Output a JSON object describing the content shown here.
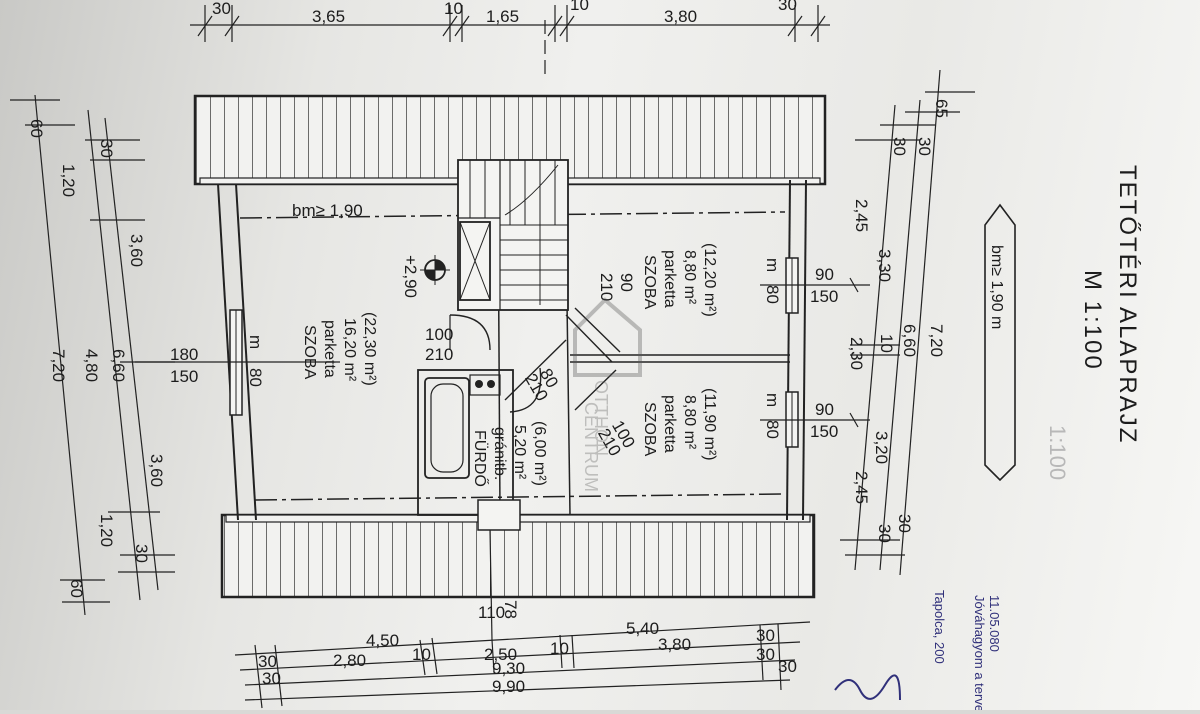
{
  "title": {
    "heading": "TETŐTÉRI  ALAPRAJZ",
    "scale": "M  1:100",
    "ghost_scale": "1:100"
  },
  "badge": {
    "text": "bm≥ 1,90 m"
  },
  "rooms": {
    "bedroom_large": {
      "name": "SZOBA",
      "floor": "parketta",
      "area": "16,20 m²",
      "area_total": "(22,30 m²)"
    },
    "bedroom_top": {
      "name": "SZOBA",
      "floor": "parketta",
      "area": "8,80 m²",
      "area_total": "(12,20 m²)"
    },
    "bedroom_bottom": {
      "name": "SZOBA",
      "floor": "parketta",
      "area": "8,80 m²",
      "area_total": "(11,90 m²)"
    },
    "bathroom": {
      "name": "FÜRDŐ",
      "floor": "gránitb.",
      "area": "5,20 m²",
      "area_total": "(6,00 m²)"
    }
  },
  "annotations": {
    "headroom": "bm≥ 1,90",
    "level": "+2,90",
    "door_main": [
      "100",
      "210"
    ],
    "door_small": [
      "90",
      "210"
    ],
    "door_bath": [
      "100",
      "210"
    ],
    "bath_door": [
      "80",
      "210"
    ],
    "win_left": [
      "180",
      "150"
    ],
    "win_right_top": [
      "90",
      "150"
    ],
    "win_right_bot": [
      "90",
      "150"
    ],
    "marker_m": "m",
    "sill": "80",
    "stair_note": "78",
    "stair_note2": "110"
  },
  "dims": {
    "top": [
      "30",
      "3,65",
      "10",
      "1,65",
      "10",
      "3,80",
      "30"
    ],
    "bottom_row1": [
      "4,50",
      "5,40",
      "30"
    ],
    "bottom_row2": [
      "30",
      "2,80",
      "10",
      "2,50",
      "10",
      "3,80",
      "30"
    ],
    "bottom_row3": [
      "30",
      "9,30",
      "30"
    ],
    "bottom_row4": [
      "9,90"
    ],
    "left_outer": [
      "60",
      "7,20",
      "60"
    ],
    "left_mid": [
      "3,60",
      "3,60"
    ],
    "left_inner1": [
      "30",
      "6,60",
      "30"
    ],
    "left_inner2": [
      "1,20",
      "4,80",
      "1,20"
    ],
    "right_outer": [
      "65",
      "7,20"
    ],
    "right_mid": [
      "30",
      "6,60",
      "30"
    ],
    "right_inner": [
      "30",
      "2,45",
      "3,30",
      "10",
      "3,20",
      "2,45",
      "30"
    ],
    "right_inner_b": [
      "2,30"
    ]
  },
  "watermark": {
    "line1": "OTTHON",
    "line2": "CENTRUM"
  },
  "handwriting": {
    "date": "11.05.080",
    "approved": "Jóváhagyom a tervet",
    "place": "Tapolca, 200"
  }
}
